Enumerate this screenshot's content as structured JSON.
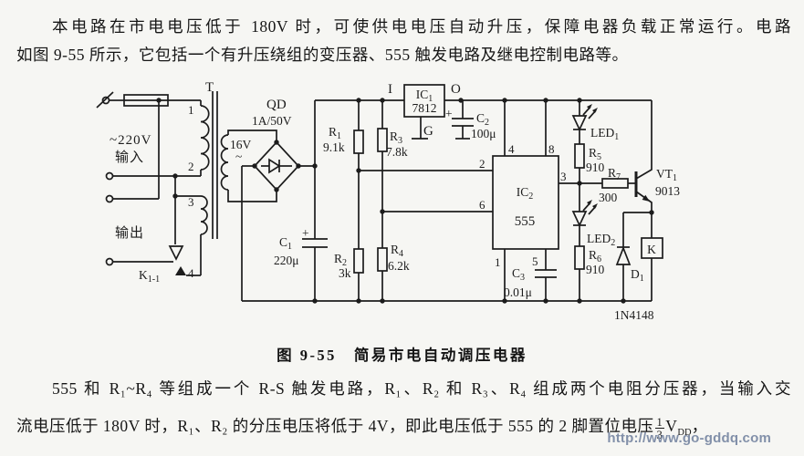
{
  "colors": {
    "ink": "#1c1c1c",
    "paper": "#f6f6f3",
    "watermark": "#8290a9"
  },
  "intro": {
    "line1": "本电路在市电电压低于 180V 时，可使供电电压自动升压，保障电器负载正常运行。电路",
    "line2": "如图 9-55 所示，它包括一个有升压绕组的变压器、555 触发电路及继电控制电路等。"
  },
  "caption": "图 9-55　简易市电自动调压电器",
  "body": {
    "line1": "555 和 R₁~R₄ 等组成一个 R-S 触发电路，R₁、R₂ 和 R₃、R₄ 组成两个电阻分压器，当输入交",
    "line2_pre": "流电压低于 180V 时，R₁、R₂ 的分压电压将低于 4V，即此电压低于 555 的 2 脚置位电压",
    "frac_num": "1",
    "frac_den": "3",
    "volt_sym": "V",
    "volt_sub": "DD",
    "line2_end": "，"
  },
  "watermark": "http://www.go-gddq.com",
  "circuit": {
    "transformer": {
      "sym": "T",
      "t1": "1",
      "t2": "2",
      "t3": "3",
      "t4": "4"
    },
    "mains": {
      "voltage": "~220V",
      "input": "输入",
      "output": "输出"
    },
    "contact": {
      "sym": "K",
      "sub": "1-1"
    },
    "secondary": {
      "voltage": "16V",
      "ac": "~"
    },
    "rectifier": {
      "sym": "QD",
      "rating": "1A/50V"
    },
    "c1": {
      "sym": "C",
      "sub": "1",
      "value": "220μ",
      "plus": "+"
    },
    "r1": {
      "sym": "R",
      "sub": "1",
      "value": "9.1k"
    },
    "r2": {
      "sym": "R",
      "sub": "2",
      "value": "3k"
    },
    "r3": {
      "sym": "R",
      "sub": "3",
      "value": "7.8k"
    },
    "r4": {
      "sym": "R",
      "sub": "4",
      "value": "6.2k"
    },
    "ic1": {
      "sym": "IC",
      "sub": "1",
      "value": "7812",
      "pin_in": "I",
      "pin_out": "O",
      "pin_gnd": "G"
    },
    "c2": {
      "sym": "C",
      "sub": "2",
      "value": "100μ",
      "plus": "+"
    },
    "ic2": {
      "sym": "IC",
      "sub": "2",
      "value": "555",
      "p1": "1",
      "p2": "2",
      "p3": "3",
      "p4": "4",
      "p5": "5",
      "p6": "6",
      "p8": "8"
    },
    "c3": {
      "sym": "C",
      "sub": "3",
      "value": "0.01μ"
    },
    "led1": {
      "sym": "LED",
      "sub": "1"
    },
    "led2": {
      "sym": "LED",
      "sub": "2"
    },
    "r5": {
      "sym": "R",
      "sub": "5",
      "value": "910"
    },
    "r6": {
      "sym": "R",
      "sub": "6",
      "value": "910"
    },
    "r7": {
      "sym": "R",
      "sub": "7",
      "value": "300"
    },
    "vt1": {
      "sym": "VT",
      "sub": "1",
      "value": "9013"
    },
    "relay": {
      "coil": "K"
    },
    "d1": {
      "sym": "D",
      "sub": "1",
      "value": "1N4148"
    }
  }
}
